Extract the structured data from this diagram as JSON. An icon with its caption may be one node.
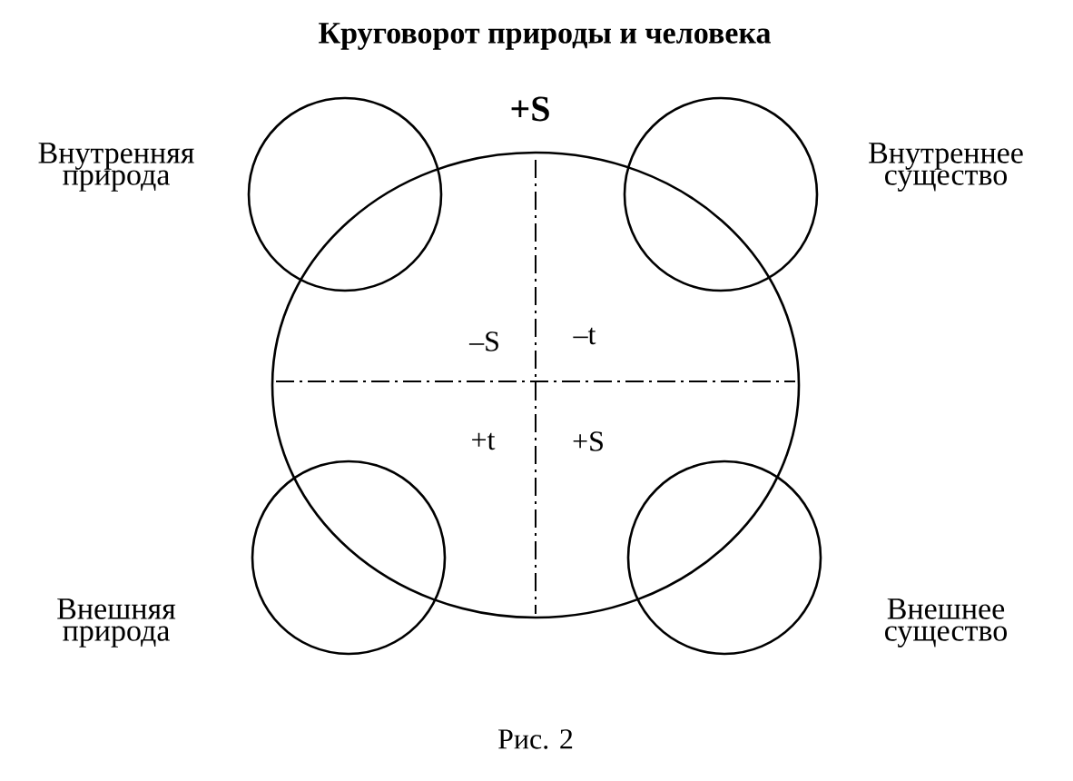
{
  "diagram": {
    "title": "Круговорот природы и человека",
    "caption": "Рис. 2",
    "nodes": [
      {
        "text": [
          "+S",
          "–S",
          "–t",
          "+t",
          "+S"
        ]
      },
      {
        "text": [
          "Внутренняя природа"
        ]
      },
      {
        "text": [
          "Внутреннее существо"
        ]
      },
      {
        "text": [
          "Внешняя природа"
        ]
      },
      {
        "text": [
          "Внешнее существо"
        ]
      }
    ]
  }
}
